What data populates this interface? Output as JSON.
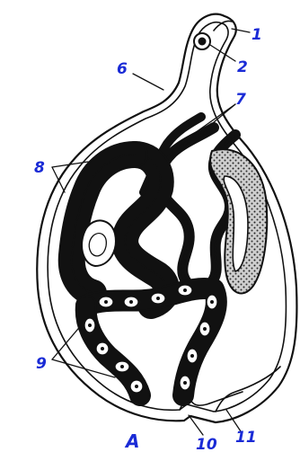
{
  "figure": {
    "panel_label": "A",
    "callouts": [
      "1",
      "2",
      "6",
      "7",
      "8",
      "9",
      "10",
      "11"
    ]
  },
  "colors": {
    "label": "#1a2bd6",
    "ink": "#111111",
    "background": "#ffffff"
  }
}
